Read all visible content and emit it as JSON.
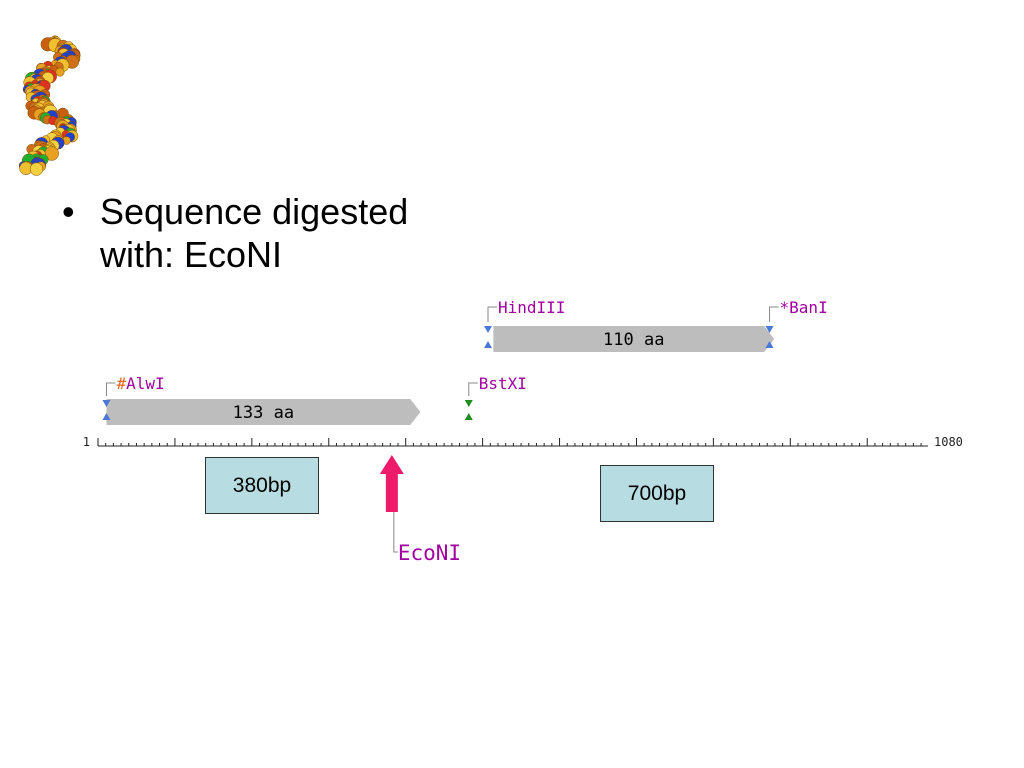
{
  "slide": {
    "bullet_symbol": "•",
    "bullet_lines": [
      "Sequence digested",
      "with: EcoNI"
    ]
  },
  "map": {
    "start_label": "1",
    "end_label": "1080",
    "sequence_length": 1080,
    "orfs": [
      {
        "label": "133 aa",
        "start": 12,
        "end": 420,
        "color": "#bdbdbd"
      },
      {
        "label": "110 aa",
        "start": 515,
        "end": 880,
        "color": "#bdbdbd"
      }
    ],
    "sites": [
      {
        "label": "#AlwI",
        "prefix_color": "#e8641e",
        "color": "#a000a0",
        "position": 12,
        "row": "lower",
        "marker_color": "#4a78d8"
      },
      {
        "label": "BstXI",
        "color": "#a000a0",
        "position": 483,
        "row": "lower",
        "marker_color": "#1e8c1e"
      },
      {
        "label": "HindIII",
        "color": "#a000a0",
        "position": 508,
        "row": "upper",
        "marker_color": "#4a78d8"
      },
      {
        "label": "*BanI",
        "color": "#a000a0",
        "position": 874,
        "row": "upper",
        "marker_color": "#4a78d8"
      }
    ],
    "cut_site": {
      "label": "EcoNI",
      "position": 383,
      "arrow_color": "#ee1a6a",
      "label_color": "#a000a0"
    },
    "fragments": [
      {
        "label": "380bp"
      },
      {
        "label": "700bp"
      }
    ]
  }
}
